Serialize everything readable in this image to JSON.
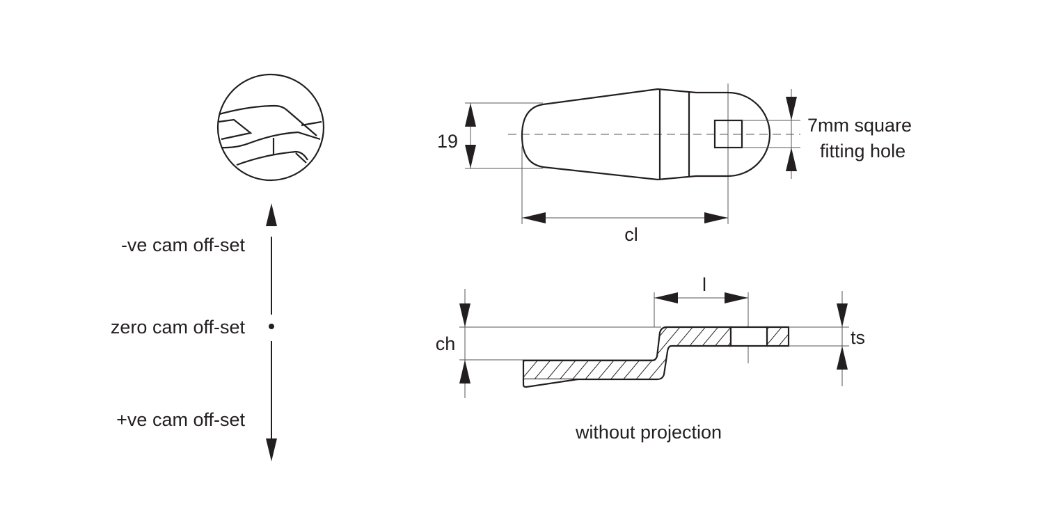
{
  "offset_scale": {
    "negative_label": "-ve cam off-set",
    "zero_label": "zero cam off-set",
    "positive_label": "+ve cam off-set"
  },
  "top_view": {
    "height_dim": "19",
    "length_dim": "cl",
    "hole_label_line1": "7mm square",
    "hole_label_line2": "fitting hole"
  },
  "side_view": {
    "cam_height_dim": "ch",
    "length_dim": "l",
    "thickness_dim": "ts",
    "caption": "without projection"
  },
  "colors": {
    "line": "#231f20",
    "dim_line": "#555555"
  }
}
